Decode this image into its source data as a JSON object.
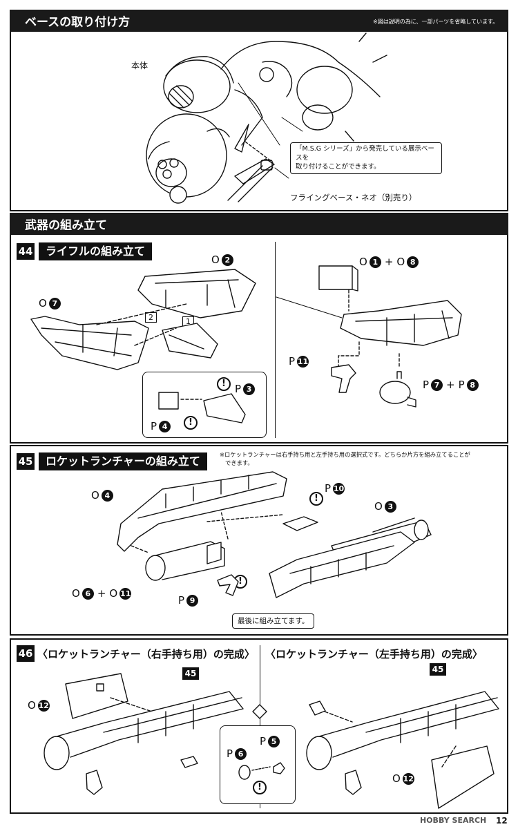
{
  "header": {
    "title": "ベースの取り付け方",
    "note": "※図は説明の為に、一部パーツを省略しています。"
  },
  "base_section": {
    "label_body": "本体",
    "callout_line1": "「M.S.G シリーズ」から発売している展示ベースを",
    "callout_line2": "取り付けることができます。",
    "label_base": "フライングベース・ネオ（別売り）"
  },
  "weapons_header": {
    "title": "武器の組み立て"
  },
  "step44": {
    "number": "44",
    "title": "ライフルの組み立て",
    "parts": {
      "o2": {
        "prefix": "O",
        "n": "2"
      },
      "o7": {
        "prefix": "O",
        "n": "7"
      },
      "p3": {
        "prefix": "P",
        "n": "3"
      },
      "p4": {
        "prefix": "P",
        "n": "4"
      },
      "o1": {
        "prefix": "O",
        "n": "1"
      },
      "o8": {
        "prefix": "O",
        "n": "8"
      },
      "p11": {
        "prefix": "P",
        "n": "11"
      },
      "p7": {
        "prefix": "P",
        "n": "7"
      },
      "p8": {
        "prefix": "P",
        "n": "8"
      }
    },
    "order1": "1",
    "order2": "2",
    "plus": "+",
    "warn": "!"
  },
  "step45": {
    "number": "45",
    "title": "ロケットランチャーの組み立て",
    "note_line1": "※ロケットランチャーは右手持ち用と左手持ち用の選択式です。どちらか片方を組み立てることが",
    "note_line2": "できます。",
    "parts": {
      "o4": {
        "prefix": "O",
        "n": "4"
      },
      "p10": {
        "prefix": "P",
        "n": "10"
      },
      "o3": {
        "prefix": "O",
        "n": "3"
      },
      "o6": {
        "prefix": "O",
        "n": "6"
      },
      "o11": {
        "prefix": "O",
        "n": "11"
      },
      "p9": {
        "prefix": "P",
        "n": "9"
      }
    },
    "callout": "最後に組み立てます。",
    "plus": "+",
    "warn": "!"
  },
  "step46": {
    "number": "46",
    "title_right": "〈ロケットランチャー（右手持ち用）の完成〉",
    "title_left": "〈ロケットランチャー（左手持ち用）の完成〉",
    "ref": "45",
    "parts": {
      "o12": {
        "prefix": "O",
        "n": "12"
      },
      "p6": {
        "prefix": "P",
        "n": "6"
      },
      "p5": {
        "prefix": "P",
        "n": "5"
      }
    },
    "warn": "!"
  },
  "footer": {
    "watermark": "HOBBY SEARCH",
    "page": "12"
  }
}
